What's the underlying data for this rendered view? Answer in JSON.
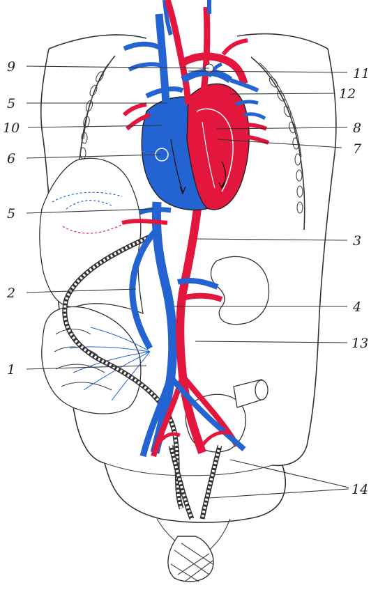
{
  "labels": {
    "l1": "1",
    "l2": "2",
    "l3": "3",
    "l4": "4",
    "l5a": "5",
    "l5b": "5",
    "l6": "6",
    "l7": "7",
    "l8": "8",
    "l9": "9",
    "l10": "10",
    "l11": "11",
    "l12": "12",
    "l13": "13",
    "l14": "14"
  },
  "colors": {
    "arterial": "#e3173e",
    "venous": "#2364d2",
    "outline": "#333333"
  }
}
